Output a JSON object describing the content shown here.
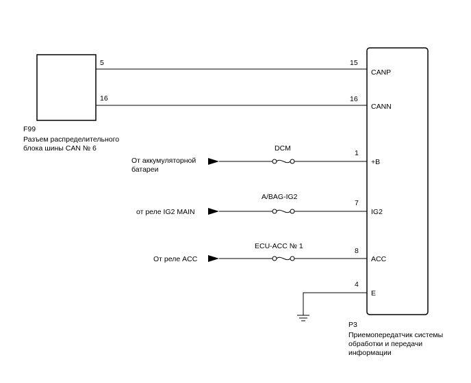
{
  "f99": {
    "id": "F99",
    "name_line1": "Разъем распределительного",
    "name_line2": "блока шины CAN № 6",
    "pin_a": "5",
    "pin_b": "16"
  },
  "p3": {
    "id": "P3",
    "name_line1": "Приемопередатчик системы",
    "name_line2": "обработки и передачи",
    "name_line3": "информации",
    "pins": [
      {
        "pin": "15",
        "label": "CANP"
      },
      {
        "pin": "16",
        "label": "CANN"
      },
      {
        "pin": "1",
        "label": "+B"
      },
      {
        "pin": "7",
        "label": "IG2"
      },
      {
        "pin": "8",
        "label": "ACC"
      },
      {
        "pin": "4",
        "label": "E"
      }
    ]
  },
  "sources": {
    "battery_line1": "От аккумуляторной",
    "battery_line2": "батареи",
    "ig2": "от реле IG2 MAIN",
    "acc": "От реле ACC"
  },
  "fuses": {
    "dcm": "DCM",
    "abag": "A/BAG-IG2",
    "ecuacc": "ECU-ACC № 1"
  }
}
